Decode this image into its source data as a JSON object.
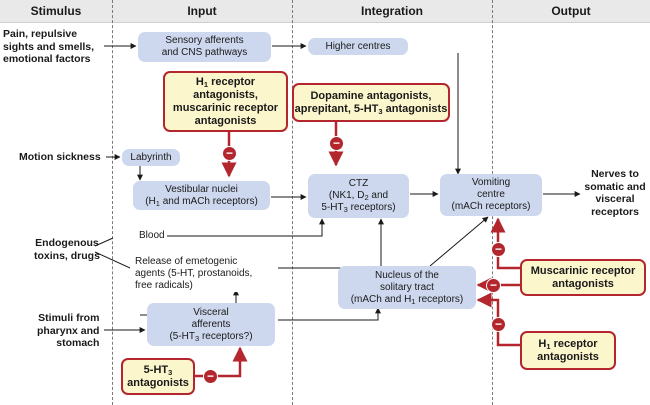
{
  "headers": {
    "stimulus": "Stimulus",
    "input": "Input",
    "integration": "Integration",
    "output": "Output"
  },
  "stimuli": {
    "pain_line1": "Pain, repulsive",
    "pain_line2": "sights and smells,",
    "pain_line3": "emotional factors",
    "motion": "Motion sickness",
    "toxins_line1": "Endogenous",
    "toxins_line2": "toxins, drugs",
    "pharynx_line1": "Stimuli from",
    "pharynx_line2": "pharynx and",
    "pharynx_line3": "stomach"
  },
  "nodes": {
    "sensory_line1": "Sensory afferents",
    "sensory_line2": "and CNS pathways",
    "higher": "Higher centres",
    "labyrinth": "Labyrinth",
    "vestibular_line1": "Vestibular nuclei",
    "vestibular_line2_a": "(H",
    "vestibular_line2_sub": "1",
    "vestibular_line2_b": " and mACh receptors)",
    "ctz_line1": "CTZ",
    "ctz_line2_a": "(NK1, D",
    "ctz_line2_sub": "2",
    "ctz_line2_b": " and",
    "ctz_line3_a": "5-HT",
    "ctz_line3_sub": "3",
    "ctz_line3_b": " receptors)",
    "vomiting_line1": "Vomiting",
    "vomiting_line2": "centre",
    "vomiting_line3": "(mACh receptors)",
    "blood": "Blood",
    "release_line1": "Release of emetogenic",
    "release_line2": "agents (5-HT, prostanoids,",
    "release_line3": "free radicals)",
    "visceral_line1": "Visceral",
    "visceral_line2": "afferents",
    "visceral_line3_a": "(5-HT",
    "visceral_line3_sub": "3",
    "visceral_line3_b": " receptors?)",
    "nts_line1": "Nucleus of the",
    "nts_line2": "solitary tract",
    "nts_line3_a": "(mACh and H",
    "nts_line3_sub": "1",
    "nts_line3_b": " receptors)"
  },
  "drugs": {
    "h1_musc_line1_a": "H",
    "h1_musc_line1_sub": "1",
    "h1_musc_line1_b": " receptor",
    "h1_musc_line2": "antagonists,",
    "h1_musc_line3": "muscarinic receptor",
    "h1_musc_line4": "antagonists",
    "dopamine_line1": "Dopamine antagonists,",
    "dopamine_line2_a": "aprepitant, 5-HT",
    "dopamine_line2_sub": "3",
    "dopamine_line2_b": " antagonists",
    "ht3_line1_a": "5-HT",
    "ht3_line1_sub": "3",
    "ht3_line2": "antagonists",
    "musc_line1": "Muscarinic receptor",
    "musc_line2": "antagonists",
    "h1_line1_a": "H",
    "h1_line1_sub": "1",
    "h1_line1_b": " receptor",
    "h1_line2": "antagonists"
  },
  "output": {
    "nerves_line1": "Nerves to",
    "nerves_line2": "somatic and",
    "nerves_line3": "visceral",
    "nerves_line4": "receptors"
  },
  "inhibit_symbol": "−",
  "colors": {
    "node_fill": "#cdd8ee",
    "drug_fill": "#fbf6cc",
    "drug_border": "#b3262e",
    "header_fill": "#e9e9e9"
  }
}
